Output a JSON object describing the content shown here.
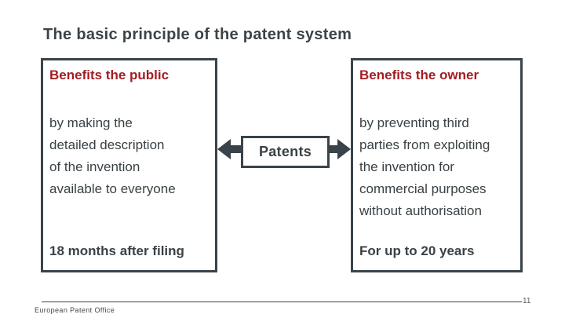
{
  "colors": {
    "accent_red": "#a21e24",
    "charcoal": "#3a4145"
  },
  "title": "The basic principle of the patent system",
  "boxes": {
    "left": {
      "heading": "Benefits the public",
      "body": "by making the\ndetailed description\nof the invention\navailable to everyone",
      "emphasis": "18 months after filing"
    },
    "right": {
      "heading": "Benefits the owner",
      "body": "by preventing third\nparties from exploiting\nthe invention for\ncommercial purposes\nwithout authorisation",
      "emphasis": "For up to 20 years"
    }
  },
  "center": {
    "label": "Patents"
  },
  "footer": {
    "organization": "European Patent Office",
    "page_number": "11"
  }
}
